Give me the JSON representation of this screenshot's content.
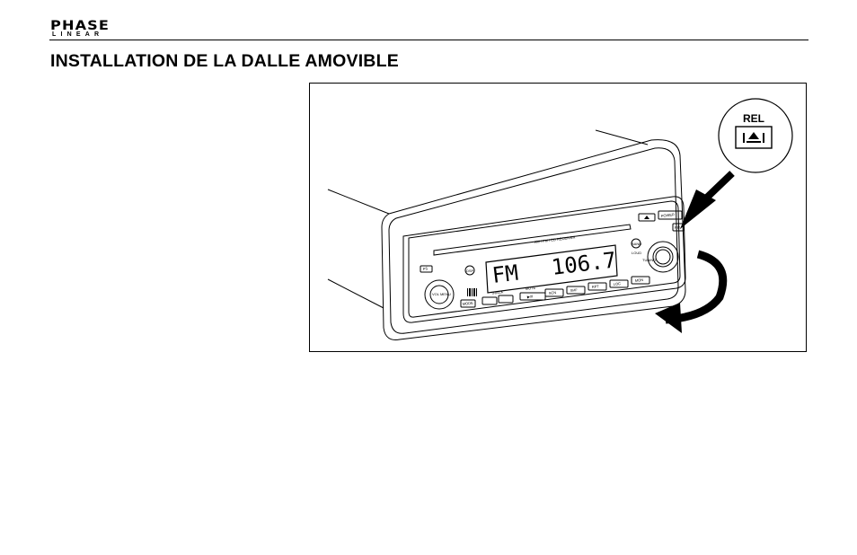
{
  "header": {
    "logo_top": "PHASE",
    "logo_bottom": "LINEAR"
  },
  "page": {
    "title": "INSTALLATION DE LA DALLE AMOVIBLE"
  },
  "figure": {
    "callout_label": "REL",
    "callout_icon": "eject-icon",
    "radio": {
      "cd_label": "AM / FM / CD RECEIVER",
      "display_band": "FM",
      "display_freq": "106.7",
      "power_label": "POWER",
      "eject_icon": "eject-icon",
      "pty_label": "PS",
      "rel_label": "REL",
      "dsp_label": "DSP",
      "band_label": "BAND",
      "loud_label": "LOUD",
      "tuning_label": "TUNING",
      "vol_label": "VOL MENU",
      "mode_label": "MODE",
      "track_label": "TRACK",
      "mute_label": "MUTE",
      "play_label": "▶/II",
      "buttons": [
        "SCN",
        "SHF",
        "RPT",
        "LOC",
        "MON"
      ]
    }
  }
}
